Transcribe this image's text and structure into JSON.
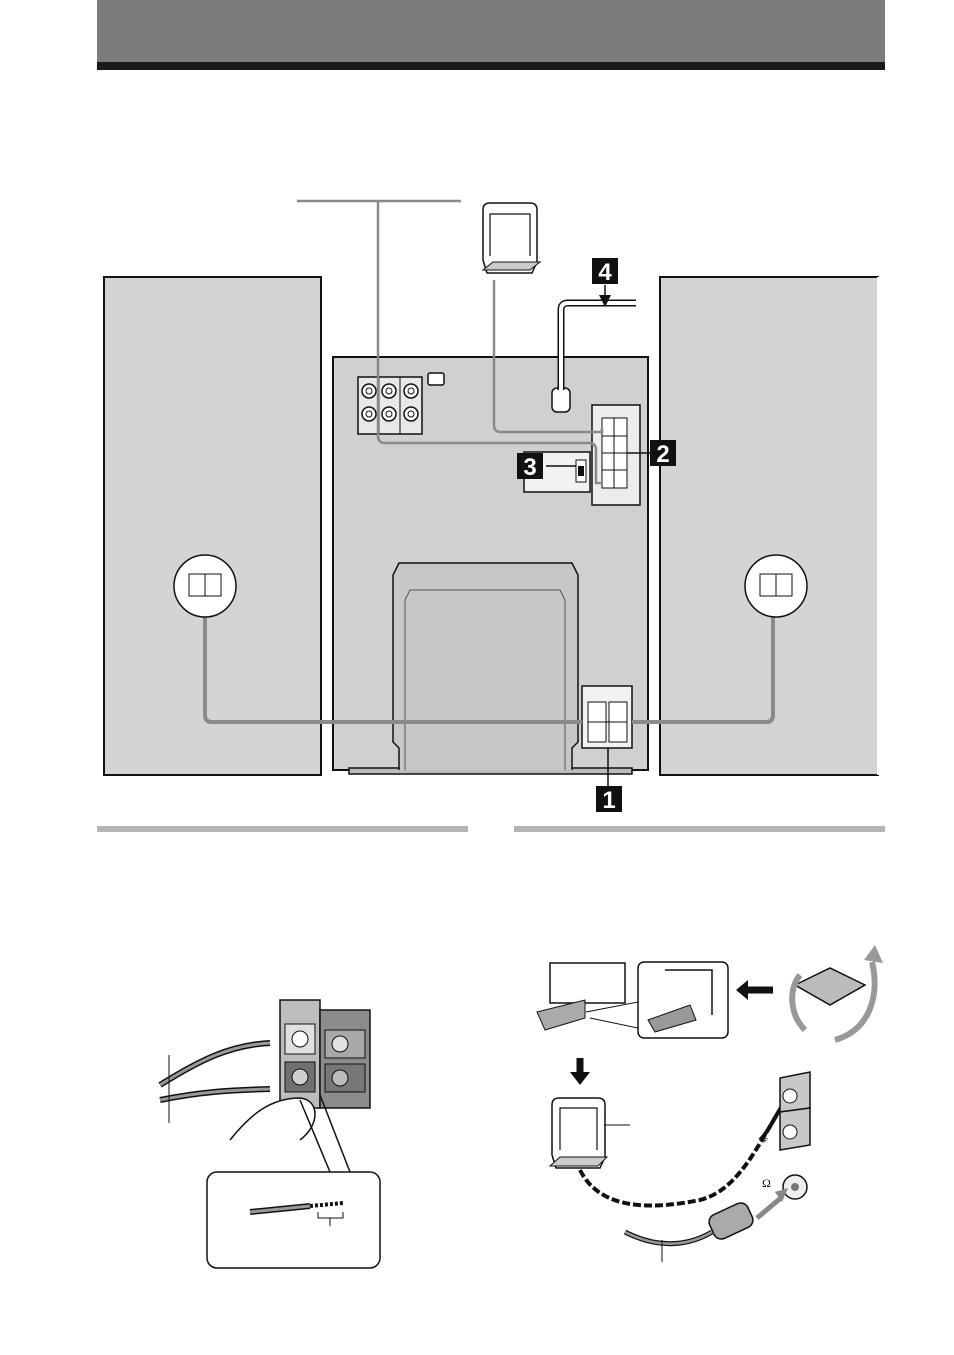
{
  "steps": [
    {
      "id": "1",
      "label": "1"
    },
    {
      "id": "2",
      "label": "2"
    },
    {
      "id": "3",
      "label": "3"
    },
    {
      "id": "4",
      "label": "4"
    }
  ],
  "illustrations": {
    "ground_symbol": "⏚",
    "ohm_symbol": "Ω"
  },
  "icons": {
    "arrow-left": "arrow-left-icon",
    "arrow-down": "arrow-down-icon",
    "rotate": "rotate-arrow-icon"
  },
  "colors": {
    "panel_gray": "#d4d4d4",
    "header_gray": "#7c7c7c",
    "cable_gray": "#8a8a8a",
    "badge_black": "#111111"
  }
}
